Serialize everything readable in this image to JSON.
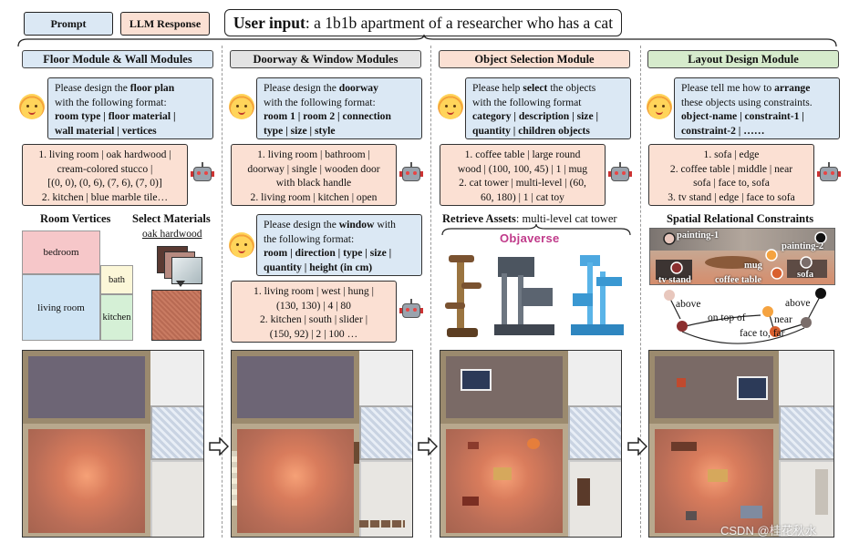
{
  "legend": {
    "prompt": "Prompt",
    "response": "LLM Response"
  },
  "user_input": {
    "label": "User input",
    "text": ": a 1b1b apartment of a researcher who has a cat"
  },
  "modules": [
    {
      "title": "Floor Module & Wall Modules",
      "color": "#dbe8f4"
    },
    {
      "title": "Doorway & Window Modules",
      "color": "#e3e3e3"
    },
    {
      "title": "Object Selection Module",
      "color": "#fbe0d3"
    },
    {
      "title": "Layout Design Module",
      "color": "#d6ebcc"
    }
  ],
  "floor": {
    "prompt": {
      "l1a": "Please design the ",
      "l1b": "floor plan",
      "l2": "with the following format:",
      "l3": "room type | floor material |",
      "l4": "wall material | vertices"
    },
    "response": {
      "l1": "1. living room | oak hardwood |",
      "l2": "cream-colored stucco |",
      "l3": "[(0, 0), (0, 6), (7, 6), (7, 0)]",
      "l4": "2. kitchen | blue marble tile…"
    },
    "vertices_title": "Room Vertices",
    "materials_title": "Select Materials",
    "material_name": "oak hardwood",
    "rooms": {
      "bedroom": "bedroom",
      "bath": "bath",
      "living": "living room",
      "kitchen": "kitchen"
    }
  },
  "door": {
    "prompt": {
      "l1a": "Please design the ",
      "l1b": "doorway",
      "l2": "with the following format:",
      "l3": "room 1 | room 2 | connection",
      "l4": "type | size | style"
    },
    "response": {
      "l1": "1. living room | bathroom |",
      "l2": "doorway | single | wooden door",
      "l3": "with black handle",
      "l4": "2. living room | kitchen | open"
    }
  },
  "window": {
    "prompt": {
      "l1a": "Please design the ",
      "l1b": "window",
      "l1c": " with",
      "l2": "the following format:",
      "l3": "room | direction | type | size |",
      "l4": "quantity | height (in cm)"
    },
    "response": {
      "l1": "1. living room | west | hung |",
      "l2": "(130, 130) | 4 | 80",
      "l3": "2. kitchen | south | slider |",
      "l4": "(150, 92) | 2 | 100 …"
    }
  },
  "object": {
    "prompt": {
      "l1a": "Please help ",
      "l1b": "select",
      "l1c": " the objects",
      "l2": "with the following format",
      "l3": "category | description | size |",
      "l4": "quantity | children objects"
    },
    "response": {
      "l1": "1. coffee table | large round",
      "l2": "wood | (100, 100, 45) | 1 | mug",
      "l3": "2. cat tower | multi-level | (60,",
      "l4": "60, 180) | 1 | cat toy"
    },
    "retrieve_label": "Retrieve Assets",
    "retrieve_text": ": multi-level cat tower",
    "source": "Objaverse"
  },
  "layout": {
    "prompt": {
      "l1a": "Please tell me how to ",
      "l1b": "arrange",
      "l2": "these objects using constraints.",
      "l3": "object-name | constraint-1 |",
      "l4": "constraint-2 | ……"
    },
    "response": {
      "l1": "1. sofa | edge",
      "l2": "2. coffee table | middle | near",
      "l3": "sofa | face to, sofa",
      "l4": "3. tv stand | edge | face to sofa"
    },
    "constraints_title": "Spatial Relational Constraints",
    "objects": {
      "painting1": "painting-1",
      "painting2": "painting-2",
      "mug": "mug",
      "tv": "tv stand",
      "table": "coffee table",
      "sofa": "sofa"
    },
    "relations": {
      "above1": "above",
      "above2": "above",
      "ontop": "on top of",
      "near": "near",
      "face": "face to, far"
    }
  },
  "watermark": "CSDN @桂花秋水"
}
